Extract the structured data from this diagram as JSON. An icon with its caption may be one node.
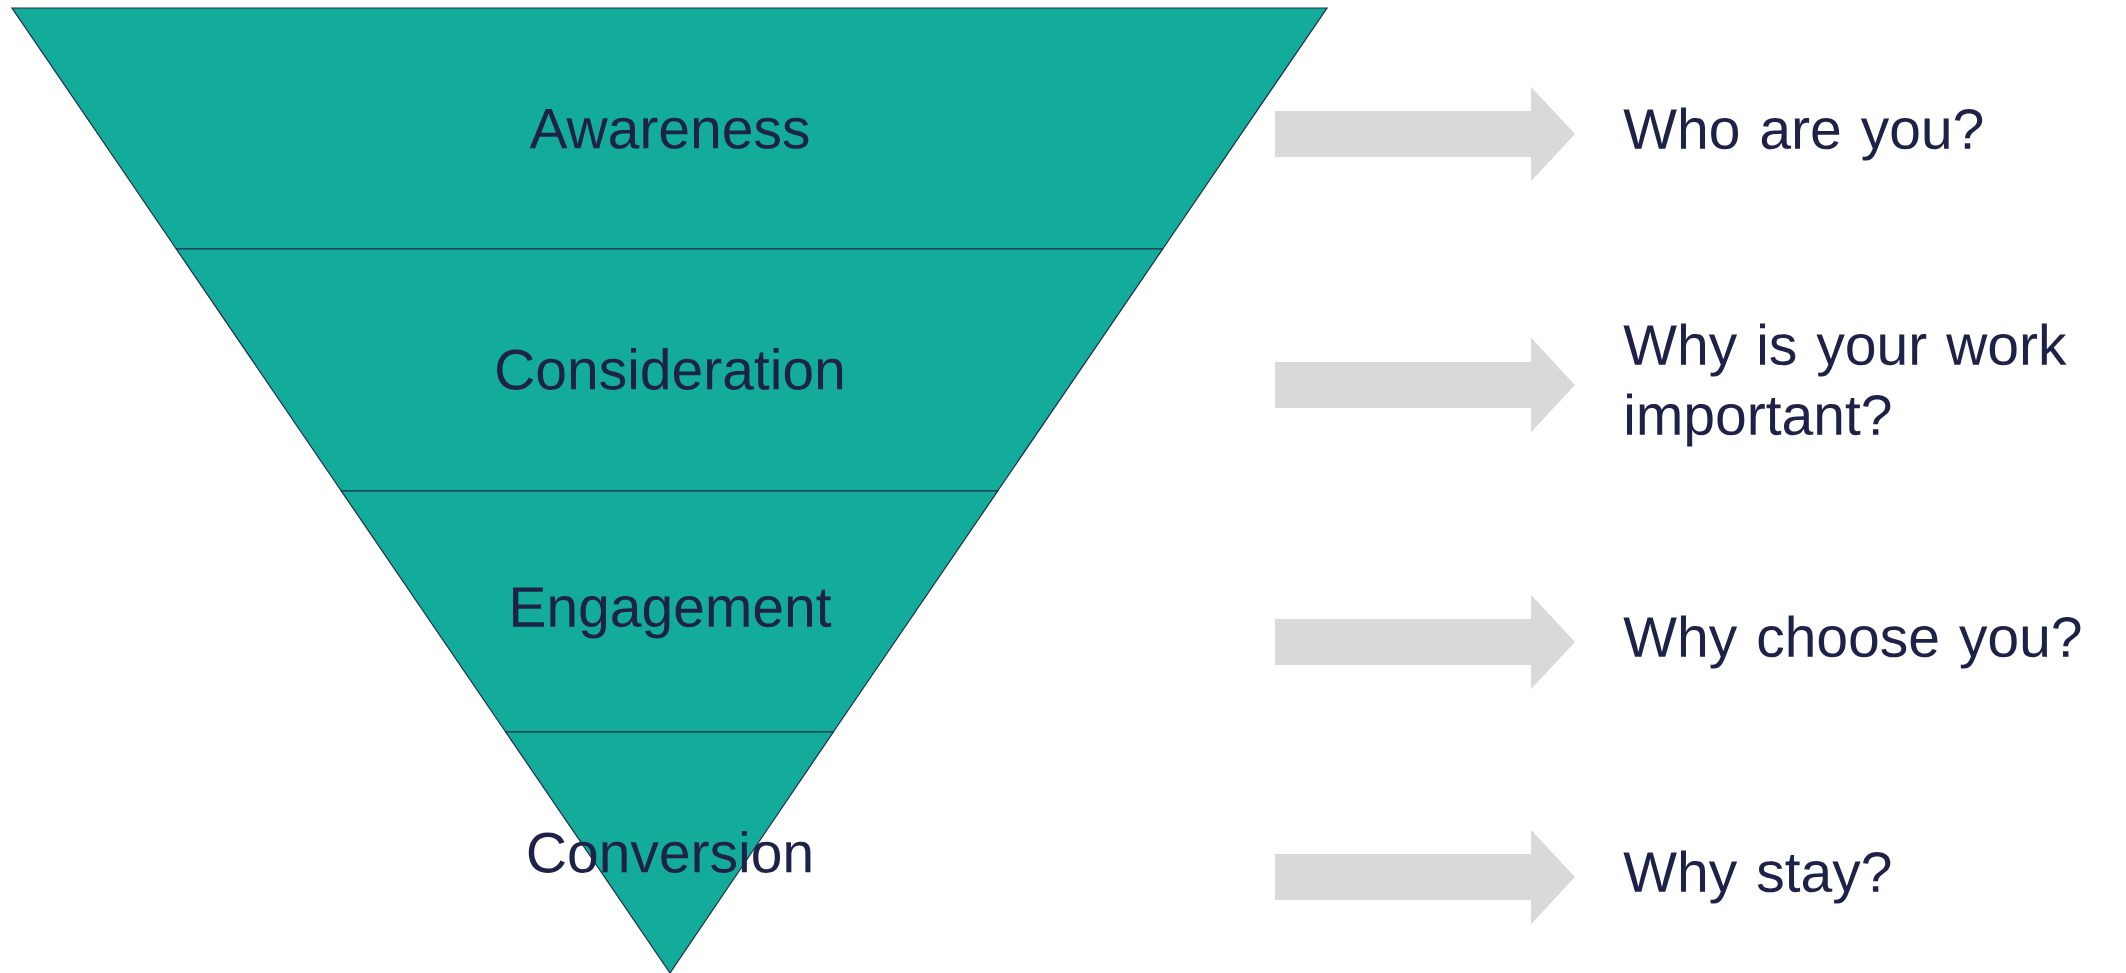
{
  "diagram": {
    "nodes": [
      {
        "text": [
          "Awareness"
        ]
      },
      {
        "text": [
          "Consideration"
        ]
      },
      {
        "text": [
          "Engagement"
        ]
      },
      {
        "text": [
          "Conversion"
        ]
      },
      {
        "text": [
          "Who are you?"
        ]
      },
      {
        "text": [
          "Why is your work important?"
        ]
      },
      {
        "text": [
          "Why choose you?"
        ]
      },
      {
        "text": [
          "Why stay?"
        ]
      }
    ],
    "edges": [
      {
        "from": null,
        "to": 4,
        "arrow": "to"
      },
      {
        "from": null,
        "to": 5,
        "arrow": "to"
      },
      {
        "from": null,
        "to": 6,
        "arrow": "to"
      },
      {
        "from": null,
        "to": 7,
        "arrow": "to"
      }
    ]
  }
}
